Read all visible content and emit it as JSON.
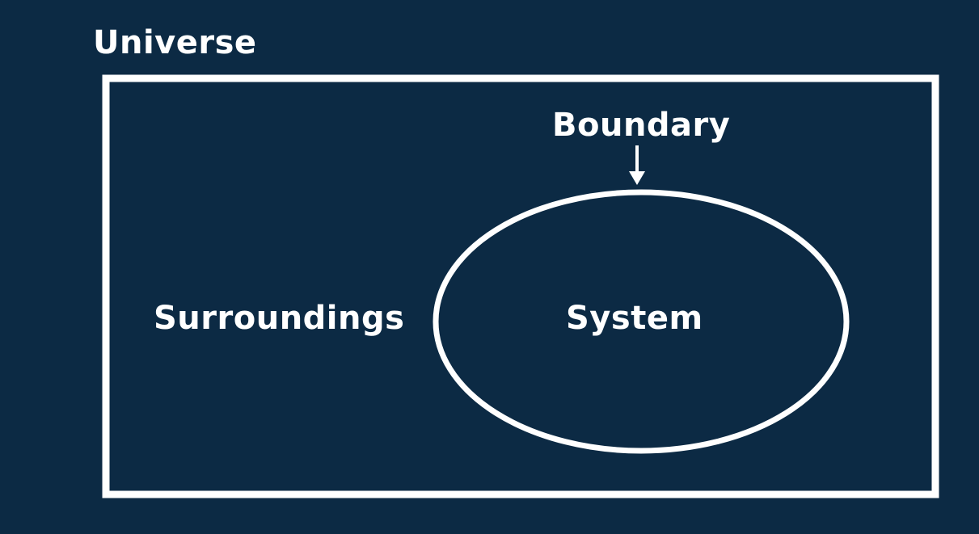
{
  "labels": {
    "universe": "Universe",
    "boundary": "Boundary",
    "surroundings": "Surroundings",
    "system": "System"
  },
  "colors": {
    "background": "#0c2a44",
    "line": "#ffffff",
    "text": "#ffffff"
  }
}
